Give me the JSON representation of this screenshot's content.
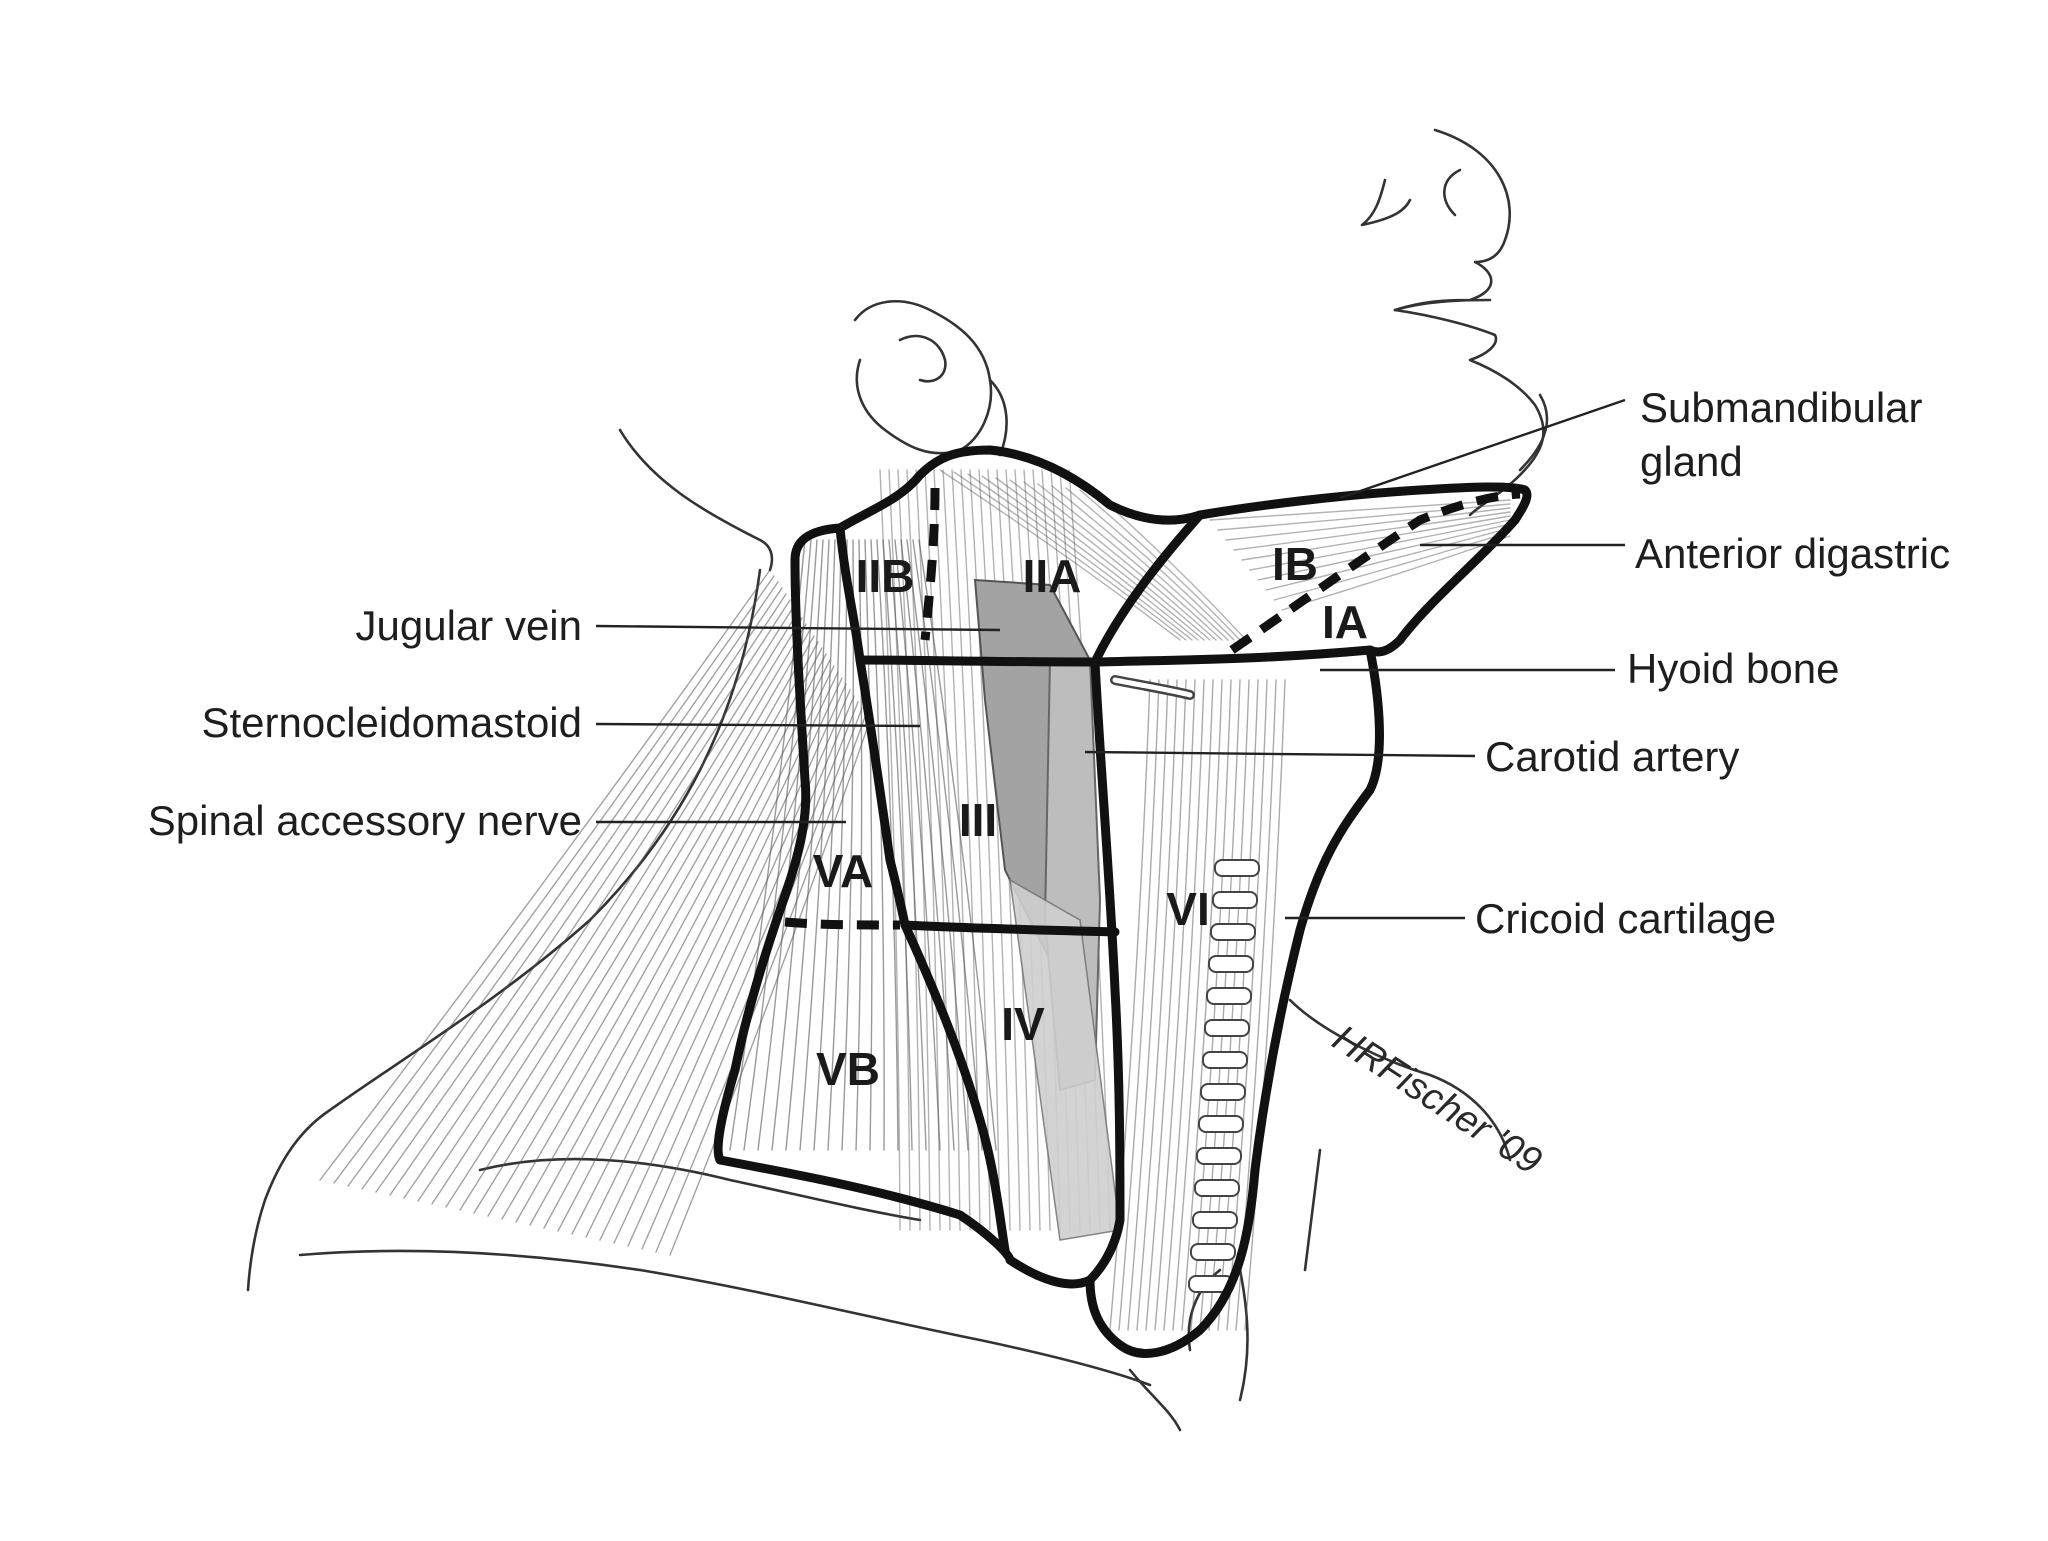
{
  "labels": {
    "submandibular_gland_1": "Submandibular",
    "submandibular_gland_2": "gland",
    "anterior_digastric": "Anterior digastric",
    "hyoid_bone": "Hyoid bone",
    "carotid_artery": "Carotid artery",
    "cricoid_cartilage": "Cricoid cartilage",
    "jugular_vein": "Jugular vein",
    "sternocleidomastoid": "Sternocleidomastoid",
    "spinal_accessory_nerve": "Spinal accessory nerve"
  },
  "levels": {
    "IA": "IA",
    "IB": "IB",
    "IIA": "IIA",
    "IIB": "IIB",
    "III": "III",
    "IV": "IV",
    "VA": "VA",
    "VB": "VB",
    "VI": "VI"
  },
  "signature": "HRFischer '09",
  "colors": {
    "boundary": "#111111",
    "vessel_fill": "#9a9a9a",
    "vessel_fill_light": "#c4c4c4",
    "text": "#1e1e1e"
  }
}
